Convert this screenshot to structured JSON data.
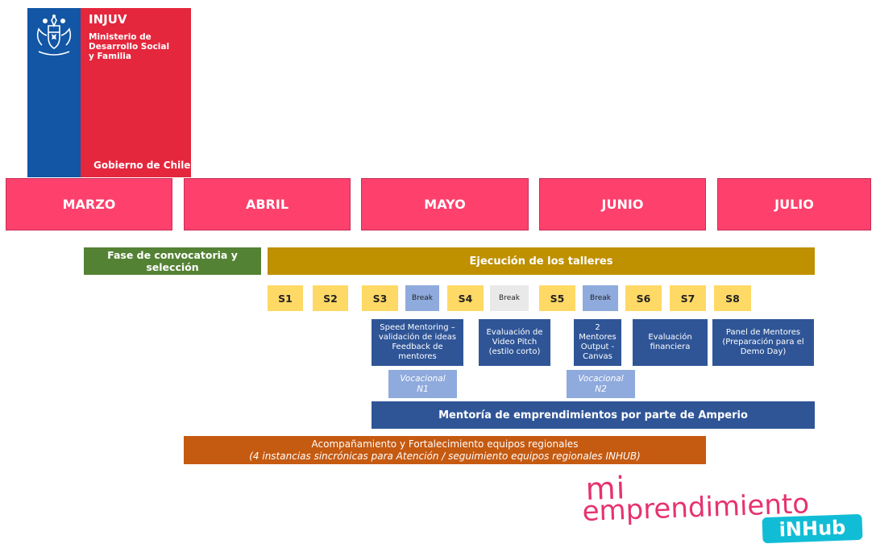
{
  "logo": {
    "name": "INJUV",
    "ministry": "Ministerio de\nDesarrollo Social\ny Familia",
    "government": "Gobierno de Chile",
    "colors": {
      "blue": "#1256a5",
      "red": "#e4273d"
    }
  },
  "months": [
    "MARZO",
    "ABRIL",
    "MAYO",
    "JUNIO",
    "JULIO"
  ],
  "phases": {
    "convocatoria": "Fase de convocatoria y selección",
    "ejecucion": "Ejecución de los talleres"
  },
  "sessions": [
    "S1",
    "S2",
    "S3",
    "Break",
    "S4",
    "Break",
    "S5",
    "Break",
    "S6",
    "S7",
    "S8"
  ],
  "activities": {
    "speed": "Speed Mentoring – validación de ideas Feedback de mentores",
    "video": "Evaluación de Video Pitch (estilo corto)",
    "mentores": "2 Mentores Output - Canvas",
    "financiera": "Evaluación financiera",
    "panel": "Panel de Mentores (Preparación para el Demo Day)"
  },
  "vocacional": [
    "Vocacional N1",
    "Vocacional N2"
  ],
  "mentoria": "Mentoría de emprendimientos por parte de Amperio",
  "acompanamiento": {
    "line1": "Acompañamiento y Fortalecimiento equipos regionales",
    "line2": "(4 instancias sincrónicas para Atención / seguimiento equipos regionales INHUB)"
  },
  "brand": {
    "mi": "mi",
    "emprendimiento": "emprendimiento",
    "inhub": "iNHub",
    "colors": {
      "pink": "#e6336f",
      "cyan": "#11bdd6"
    }
  }
}
